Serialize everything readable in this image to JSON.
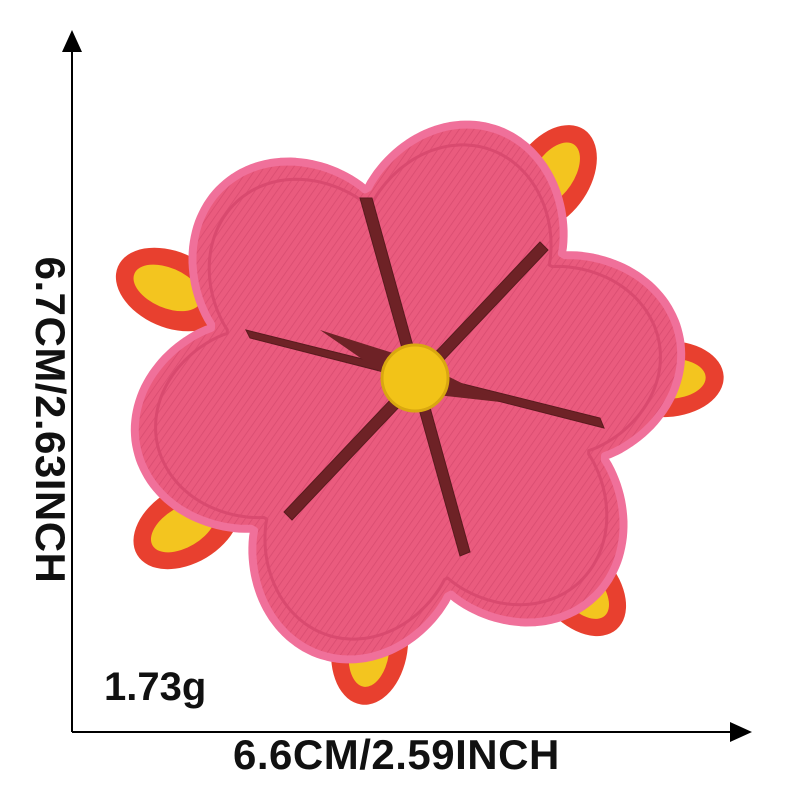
{
  "measurements": {
    "weight": "1.73g",
    "width": "6.6CM/2.59INCH",
    "height": "6.7CM/2.63INCH"
  },
  "patch": {
    "subject": "flower-embroidered-patch",
    "colors": {
      "petal_pink": "#ea5b7e",
      "petal_edge": "#f0709a",
      "back_petal_red": "#e8402f",
      "back_petal_yellow": "#f3c51f",
      "star_burgundy": "#6e2226",
      "center_yellow": "#f2c318"
    }
  }
}
